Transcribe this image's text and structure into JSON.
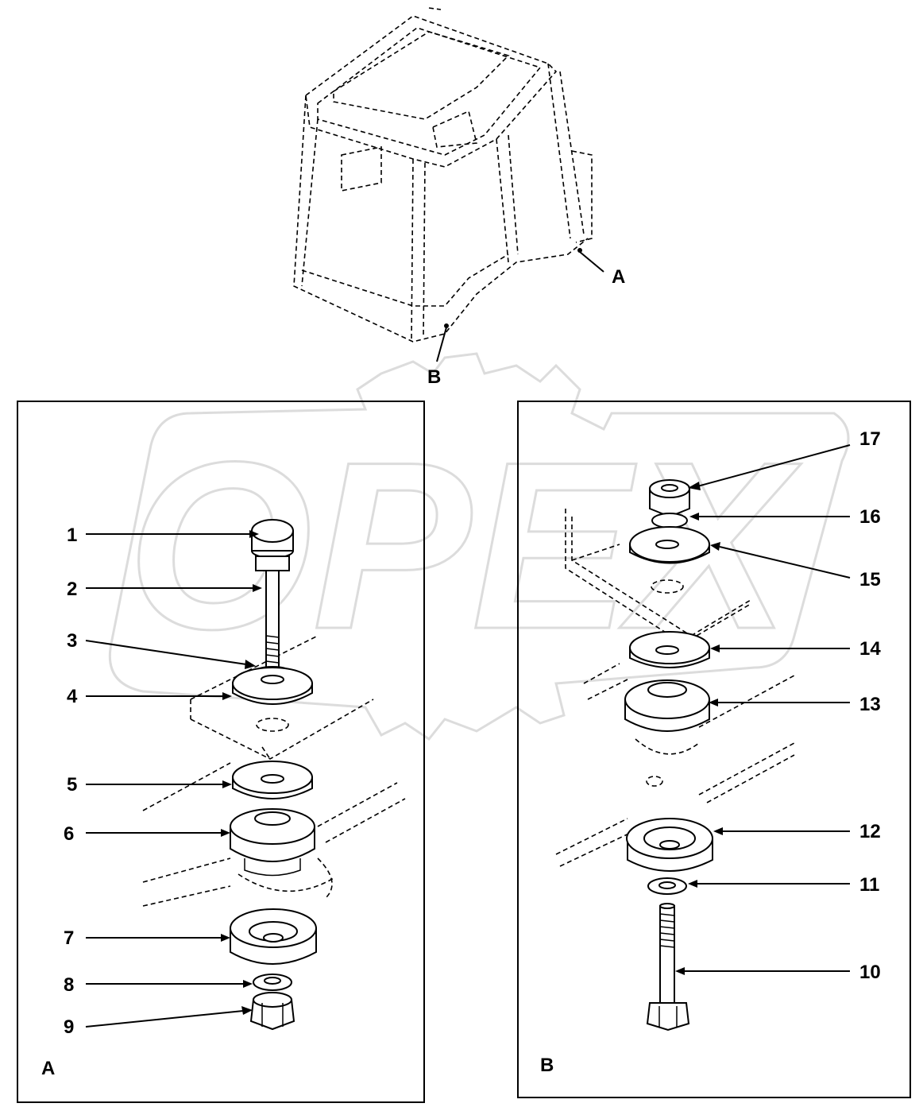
{
  "view_letters": {
    "a": "A",
    "b": "B"
  },
  "watermark": "OPEX",
  "panels": {
    "left": {
      "letter": "A"
    },
    "right": {
      "letter": "B"
    }
  },
  "callouts_left": [
    "1",
    "2",
    "3",
    "4",
    "5",
    "6",
    "7",
    "8",
    "9"
  ],
  "callouts_right": [
    "10",
    "11",
    "12",
    "13",
    "14",
    "15",
    "16",
    "17"
  ]
}
